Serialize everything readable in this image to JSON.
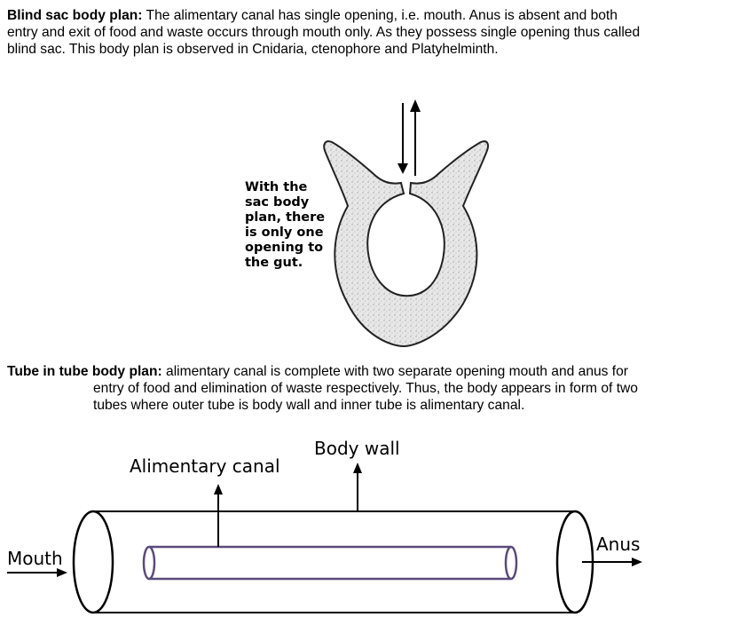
{
  "blind_sac": {
    "heading": "Blind sac body plan:",
    "line1": " The alimentary canal has single opening, i.e. mouth. Anus is absent and both",
    "line2": "entry and exit of food and waste occurs through mouth only. As they possess single opening thus called",
    "line3": "blind sac. This body plan is observed in Cnidaria, ctenophore and Platyhelminth.",
    "figure_caption": [
      "With the",
      "sac body",
      "plan, there",
      "is only one",
      "opening to",
      "the gut."
    ]
  },
  "tube_in_tube": {
    "heading": "Tube in tube body plan:",
    "line1": " alimentary canal is complete with two separate opening mouth and anus for",
    "line2": "entry of food and elimination of waste respectively. Thus, the body appears in form of two",
    "line3": "tubes where outer tube is body wall and inner tube is alimentary canal.",
    "labels": {
      "body_wall": "Body wall",
      "alimentary_canal": "Alimentary canal",
      "mouth": "Mouth",
      "anus": "Anus"
    }
  },
  "colors": {
    "text": "#000000",
    "sac_fill": "#e6e6e6",
    "inner_tube": "#5b4a7a"
  }
}
